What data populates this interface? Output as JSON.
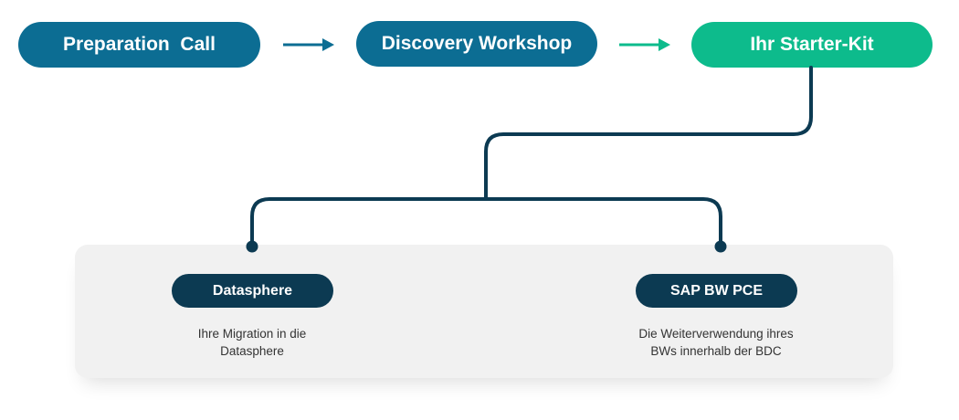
{
  "colors": {
    "step_blue": "#0c6d93",
    "step_green": "#0dbb8c",
    "connector": "#0c3a52",
    "panel_bg": "#f1f1f1"
  },
  "steps": [
    {
      "label": "Preparation  Call"
    },
    {
      "label": "Discovery Workshop"
    },
    {
      "label": "Ihr Starter-Kit"
    }
  ],
  "options": [
    {
      "label": "Datasphere",
      "description_line1": "Ihre Migration in die",
      "description_line2": "Datasphere"
    },
    {
      "label": "SAP BW PCE",
      "description_line1": "Die Weiterverwendung ihres",
      "description_line2": "BWs innerhalb der BDC"
    }
  ]
}
